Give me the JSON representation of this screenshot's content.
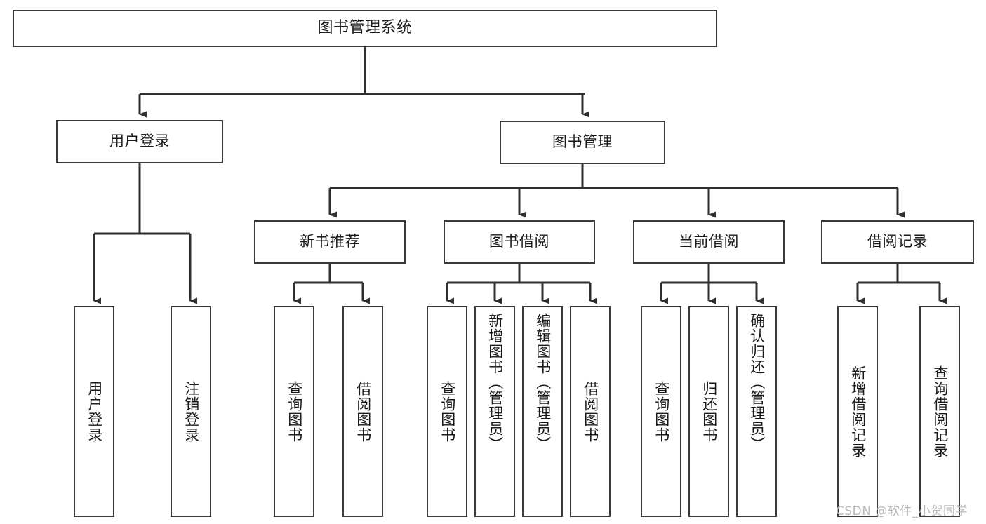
{
  "diagram": {
    "title": "图书管理系统",
    "type": "tree",
    "watermark": "CSDN @软件_小贺同学",
    "colors": {
      "border": "#3a3a3a",
      "fill": "#ffffff",
      "text": "#1a1a1a",
      "edge": "#2f2f2f",
      "watermark": "#b9b9b9"
    },
    "nodes": {
      "root": {
        "label": "图书管理系统"
      },
      "level2": [
        {
          "id": "user-login",
          "label": "用户登录"
        },
        {
          "id": "book-management",
          "label": "图书管理"
        }
      ],
      "level3": [
        {
          "id": "new-book-recommend",
          "label": "新书推荐"
        },
        {
          "id": "book-borrow",
          "label": "图书借阅"
        },
        {
          "id": "current-borrow",
          "label": "当前借阅"
        },
        {
          "id": "borrow-record",
          "label": "借阅记录"
        }
      ],
      "leaves": {
        "user_login": [
          {
            "id": "leaf-user-login",
            "label": "用户登录"
          },
          {
            "id": "leaf-logout-login",
            "label": "注销登录"
          }
        ],
        "new_book_recommend": [
          {
            "id": "leaf-query-book-1",
            "label": "查询图书"
          },
          {
            "id": "leaf-borrow-book-1",
            "label": "借阅图书"
          }
        ],
        "book_borrow": [
          {
            "id": "leaf-query-book-2",
            "label": "查询图书"
          },
          {
            "id": "leaf-add-book",
            "label": "新增图书（管理员）"
          },
          {
            "id": "leaf-edit-book",
            "label": "编辑图书（管理员）"
          },
          {
            "id": "leaf-borrow-book-2",
            "label": "借阅图书"
          }
        ],
        "current_borrow": [
          {
            "id": "leaf-query-book-3",
            "label": "查询图书"
          },
          {
            "id": "leaf-return-book",
            "label": "归还图书"
          },
          {
            "id": "leaf-confirm-return",
            "label": "确认归还（管理员）"
          }
        ],
        "borrow_record": [
          {
            "id": "leaf-add-record",
            "label": "新增借阅记录"
          },
          {
            "id": "leaf-query-record",
            "label": "查询借阅记录"
          }
        ]
      }
    }
  }
}
